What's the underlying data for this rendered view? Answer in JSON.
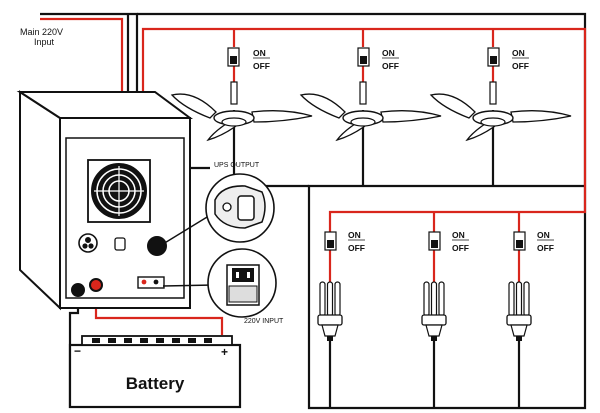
{
  "labels": {
    "main_input_line1": "Main 220V",
    "main_input_line2": "Input",
    "ups_output": "UPS OUTPUT",
    "input_220v": "220V INPUT",
    "battery": "Battery",
    "battery_minus": "−",
    "battery_plus": "+"
  },
  "switch": {
    "on": "ON",
    "off": "OFF"
  },
  "fans": [
    {
      "id": "fan-1"
    },
    {
      "id": "fan-2"
    },
    {
      "id": "fan-3"
    }
  ],
  "lamps": [
    {
      "id": "lamp-1"
    },
    {
      "id": "lamp-2"
    },
    {
      "id": "lamp-3"
    }
  ],
  "colors": {
    "live_wire": "#d9261c",
    "neutral_wire": "#111111",
    "outline": "#111111",
    "panel": "#ffffff"
  }
}
